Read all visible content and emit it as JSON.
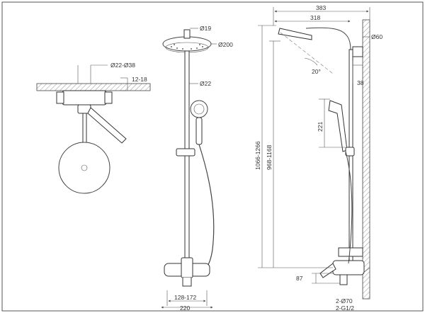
{
  "left_view": {
    "dims": {
      "mount": "Ø22-Ø38",
      "depth": "12-18"
    }
  },
  "front_view": {
    "dims": {
      "pipe": "Ø19",
      "head": "Ø200",
      "bar": "Ø22",
      "spacing": "128-172",
      "width": "220"
    }
  },
  "side_view": {
    "dims": {
      "reach": "383",
      "arm": "318",
      "flange": "Ø60",
      "wall_offset": "38",
      "angle": "20°",
      "slider": "221",
      "height_range_a": "1066-1266",
      "height_range_b": "968-1168",
      "bottom": "87",
      "inlet_a": "2-Ø70",
      "inlet_b": "2-G1/2"
    }
  }
}
